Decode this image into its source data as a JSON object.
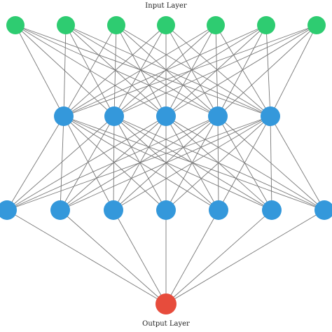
{
  "diagram": {
    "input_layer_label": "Input Layer",
    "output_layer_label": "Output Layer",
    "layers": [
      {
        "name": "input",
        "nodes": 7,
        "color": "#2ecc71"
      },
      {
        "name": "hidden-1",
        "nodes": 5,
        "color": "#3498db"
      },
      {
        "name": "hidden-2",
        "nodes": 7,
        "color": "#3498db"
      },
      {
        "name": "output",
        "nodes": 1,
        "color": "#e74c3c"
      }
    ],
    "connections": "fully-connected",
    "edge_color": "#777777"
  }
}
